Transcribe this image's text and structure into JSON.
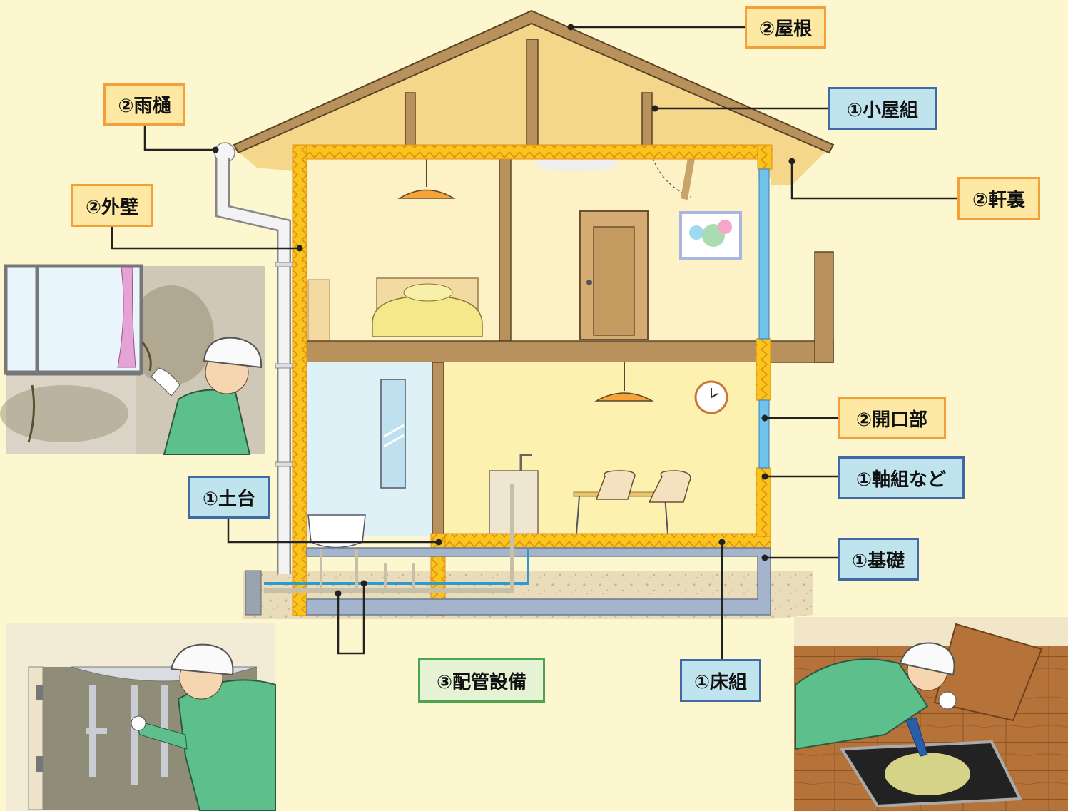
{
  "labels": {
    "roof": "②屋根",
    "roof_truss": "①小屋組",
    "gutter": "②雨樋",
    "eaves_soffit": "②軒裏",
    "exterior_wall": "②外壁",
    "opening": "②開口部",
    "framing": "①軸組など",
    "sill": "①土台",
    "foundation": "①基礎",
    "piping": "③配管設備",
    "floor_framing": "①床組"
  },
  "colors": {
    "background": "#fdf7cf",
    "label_orange_fill": "#fde9a4",
    "label_orange_border": "#f2a03a",
    "label_blue_fill": "#bfe4ee",
    "label_blue_border": "#3f6aa6",
    "label_green_fill": "#e6f2d4",
    "label_green_border": "#4fa24e",
    "timber": "#b8915c",
    "insulation": "#f7c51b",
    "foundation": "#a4b4cc",
    "soil": "#e9dcbb"
  }
}
